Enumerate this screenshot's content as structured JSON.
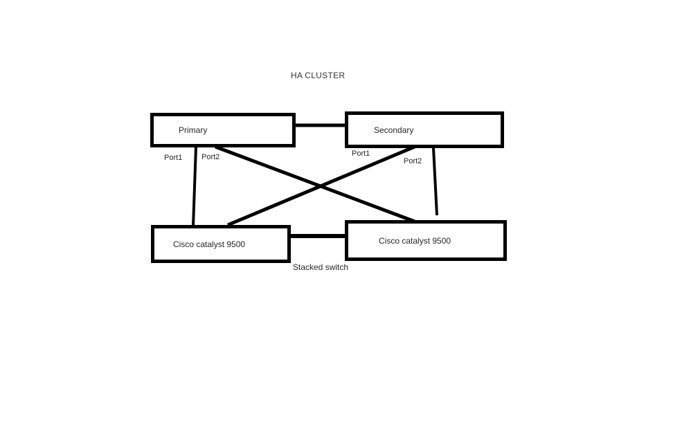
{
  "title": "HA CLUSTER",
  "colors": {
    "line": "#000000",
    "text": "#262626",
    "box_fill": "#ffffff",
    "background": "#ffffff"
  },
  "nodes": {
    "primary": {
      "label": "Primary"
    },
    "secondary": {
      "label": "Secondary"
    },
    "switch_left": {
      "label": "Cisco catalyst 9500"
    },
    "switch_right": {
      "label": "Cisco catalyst 9500"
    }
  },
  "port_labels": {
    "primary_port1": "Port1",
    "primary_port2": "Port2",
    "secondary_port1": "Port1",
    "secondary_port2": "Port2"
  },
  "annotations": {
    "stacked_switch": "Stacked switch"
  },
  "links": [
    {
      "name": "primary-to-secondary",
      "from": "primary",
      "to": "secondary"
    },
    {
      "name": "primary-port1-to-left-switch",
      "from": "primary",
      "to": "switch_left"
    },
    {
      "name": "primary-port2-to-right-switch",
      "from": "primary",
      "to": "switch_right"
    },
    {
      "name": "secondary-port1-to-left-switch",
      "from": "secondary",
      "to": "switch_left"
    },
    {
      "name": "secondary-port2-to-right-switch",
      "from": "secondary",
      "to": "switch_right"
    },
    {
      "name": "switch-stack-link",
      "from": "switch_left",
      "to": "switch_right"
    }
  ]
}
